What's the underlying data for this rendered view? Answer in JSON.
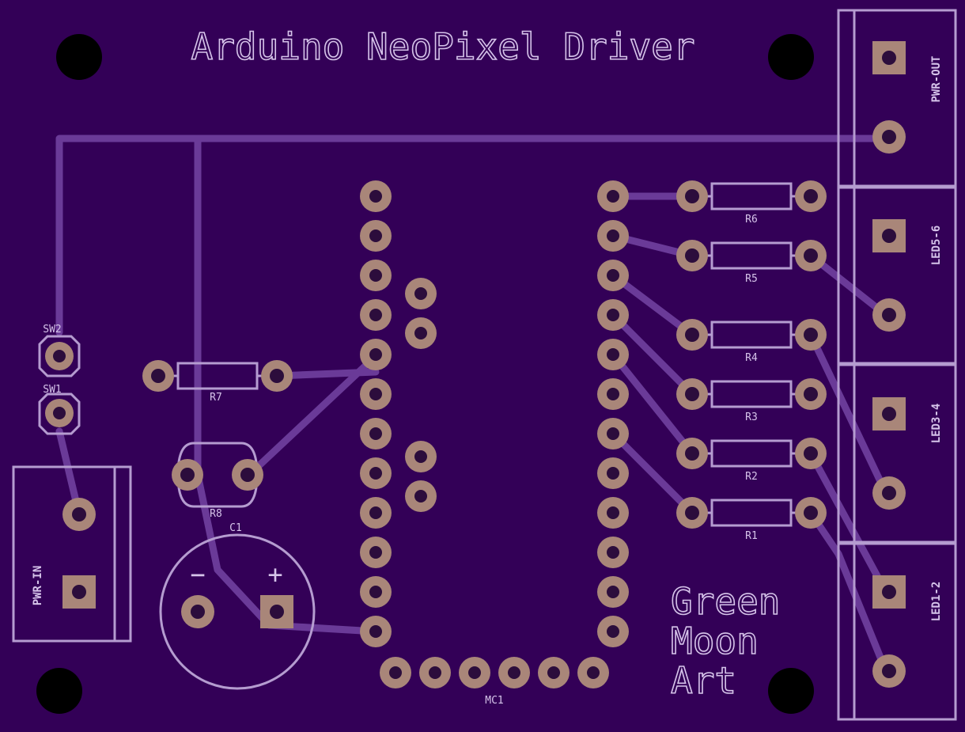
{
  "title": "Arduino NeoPixel Driver",
  "logo_lines": [
    "Green",
    "Moon",
    "Art"
  ],
  "labels": {
    "sw2": "SW2",
    "sw1": "SW1",
    "r7": "R7",
    "r8": "R8",
    "c1": "C1",
    "c1_minus": "−",
    "c1_plus": "+",
    "mc1": "MC1",
    "pwr_in": "PWR-IN",
    "r6": "R6",
    "r5": "R5",
    "r4": "R4",
    "r3": "R3",
    "r2": "R2",
    "r1": "R1",
    "pwr_out": "PWR-OUT",
    "led56": "LED5-6",
    "led34": "LED3-4",
    "led12": "LED1-2"
  },
  "colors": {
    "board": "#330057",
    "silkscreen": "#b59cd0",
    "copper_pad": "#a98679",
    "trace": "#6a3a98"
  }
}
